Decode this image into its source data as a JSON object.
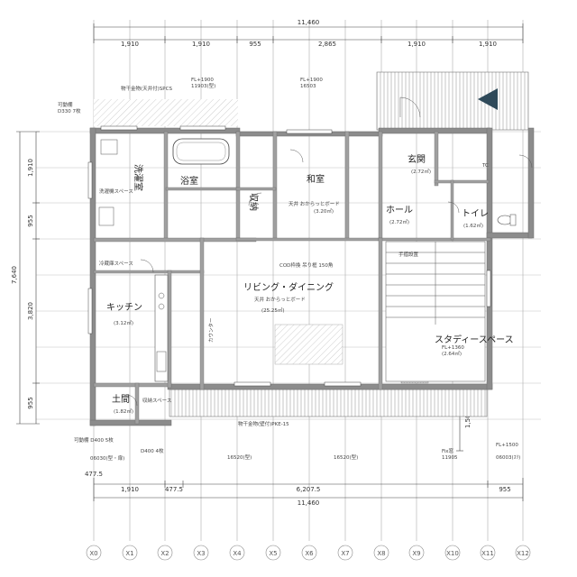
{
  "top_dims": {
    "total": "11,460",
    "segments": [
      "1,910",
      "1,910",
      "955",
      "2,865",
      "1,910",
      "1,910"
    ]
  },
  "bottom_dims": {
    "segments": [
      "1,910",
      "477.5",
      "6,207.5",
      "955"
    ],
    "left_small": "477.5",
    "total": "11,460"
  },
  "left_dims": {
    "total": "7,640",
    "segments": [
      "1,910",
      "955",
      "3,820",
      "955"
    ]
  },
  "right_dims": {
    "segment": "1,500"
  },
  "axis_labels": [
    "X0",
    "X1",
    "X2",
    "X3",
    "X4",
    "X5",
    "X6",
    "X7",
    "X8",
    "X9",
    "X10",
    "X11",
    "X12"
  ],
  "rooms": {
    "washroom": "洗濯室",
    "bath": "浴室",
    "japanese_room": "和室",
    "entrance": "玄関",
    "hall": "ホール",
    "toilet": "トイレ",
    "kitchen": "キッチン",
    "ldk": "リビング・ダイニング",
    "study": "スタディースペース",
    "doma": "土間",
    "storage": "収納"
  },
  "room_sub": {
    "japanese_room": "(3.20㎡)",
    "kitchen": "(3.12㎡)",
    "ldk": "(25.25㎡)",
    "entrance": "(2.72㎡)",
    "hall": "(2.72㎡)",
    "toilet": "(1.62㎡)",
    "study": "(2.64㎡)",
    "doma": "(1.82㎡)"
  },
  "annotations": {
    "hardware_top": "物干金物(天井付)SPCS",
    "fl_top_left": "FL+1900",
    "fl_top_mid": "FL+1900",
    "window_code_1": "11903(型)",
    "window_code_2": "16503",
    "movable_shelf": "可動棚",
    "shelf_note": "D330 7枚",
    "ceiling_finish": "天井 おからっとボード",
    "ldk_ceiling": "天井 おからっとボード",
    "cod_note": "COD枠換 吊り框 150角",
    "stair_note": "手摺設置",
    "tc_note": "TC",
    "hardware_bottom": "物干金物(壁付)PKE-15",
    "fix_window": "Fix窓",
    "fl_bottom": "FL+1500",
    "window_bottom_1": "16520(型)",
    "window_bottom_2": "16520(型)",
    "window_bottom_3": "11905",
    "window_bottom_4": "06003(ｽﾘ)",
    "bottom_left_1": "可動棚 D400 5枚",
    "bottom_left_2": "D400 4枚",
    "bottom_left_3": "06030(型・扉)",
    "pantry": "冷蔵庫スペース",
    "washer": "洗濯機スペース",
    "shoe_box": "収納スペース",
    "counter": "カウンター",
    "fl_study": "FL+1360"
  },
  "colors": {
    "wall": "#8c8c8c",
    "wall_dark": "#6e6e6e",
    "line": "#444444",
    "grid": "#9a9a9a",
    "hatch": "#b5b5b5",
    "arrow": "#2f4a5a"
  }
}
